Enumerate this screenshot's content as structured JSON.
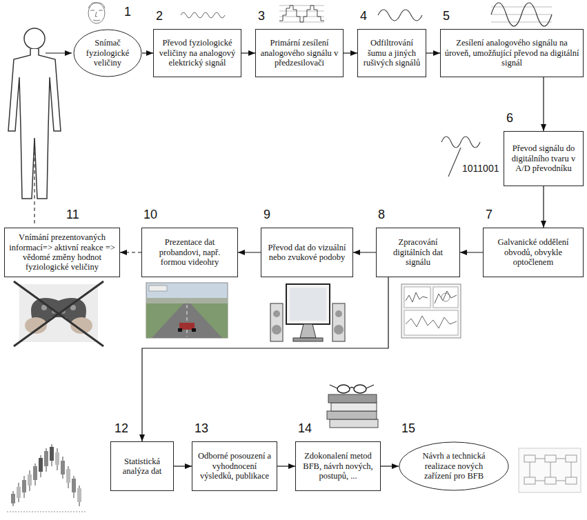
{
  "diagram": {
    "nodes": [
      {
        "text": [
          "Snímač fyziologické veličiny"
        ]
      },
      {
        "text": [
          "Převod fyziologické veličiny na analogový elektrický signál"
        ]
      },
      {
        "text": [
          "Primární zesílení analogového signálu v předzesilovači"
        ]
      },
      {
        "text": [
          "Odfiltrování šumu a jiných rušivých signálů"
        ]
      },
      {
        "text": [
          "Zesílení analogového signálu na úroveň, umožňující převod na digitální signál"
        ]
      },
      {
        "text": [
          "Převod signálu do digitálního tvaru v A/D převodníku"
        ]
      },
      {
        "text": [
          "Galvanické oddělení obvodů, obvykle optočlenem"
        ]
      },
      {
        "text": [
          "Zpracování digitálních dat signálu"
        ]
      },
      {
        "text": [
          "Převod dat do vizuální nebo zvukové podoby"
        ]
      },
      {
        "text": [
          "Prezentace dat probandovi, např. formou videohry"
        ]
      },
      {
        "text": [
          "Vnímání prezentovaných informací=> aktivní reakce => vědomé změny hodnot fyziologické veličiny"
        ]
      },
      {
        "text": [
          "Statistická analýza dat"
        ]
      },
      {
        "text": [
          "Odborné posouzení a vyhodnocení výsledků, publikace"
        ]
      },
      {
        "text": [
          "Zdokonalení metod BFB, návrh nových, postupů, ..."
        ]
      },
      {
        "text": [
          "Návrh a technická realizace nových zařízení pro BFB"
        ]
      }
    ],
    "edges": [
      {
        "from": 0,
        "to": 1,
        "arrow": "to"
      },
      {
        "from": 1,
        "to": 2,
        "arrow": "to"
      },
      {
        "from": 2,
        "to": 3,
        "arrow": "to"
      },
      {
        "from": 3,
        "to": 4,
        "arrow": "to"
      },
      {
        "from": 4,
        "to": 5,
        "arrow": "to"
      },
      {
        "from": 5,
        "to": 6,
        "arrow": "to"
      },
      {
        "from": 6,
        "to": 7,
        "arrow": "to"
      },
      {
        "from": 7,
        "to": 8,
        "arrow": "to"
      },
      {
        "from": 8,
        "to": 9,
        "arrow": "to"
      },
      {
        "from": 9,
        "to": 10,
        "arrow": "to"
      },
      {
        "from": 7,
        "to": 11,
        "arrow": "to"
      },
      {
        "from": 11,
        "to": 12,
        "arrow": "to"
      },
      {
        "from": 12,
        "to": 13,
        "arrow": "to"
      },
      {
        "from": 13,
        "to": 14,
        "arrow": "to"
      }
    ],
    "labels": [
      "1",
      "2",
      "3",
      "4",
      "5",
      "6",
      "7",
      "8",
      "9",
      "10",
      "11",
      "12",
      "13",
      "14",
      "15",
      "1011001"
    ]
  }
}
